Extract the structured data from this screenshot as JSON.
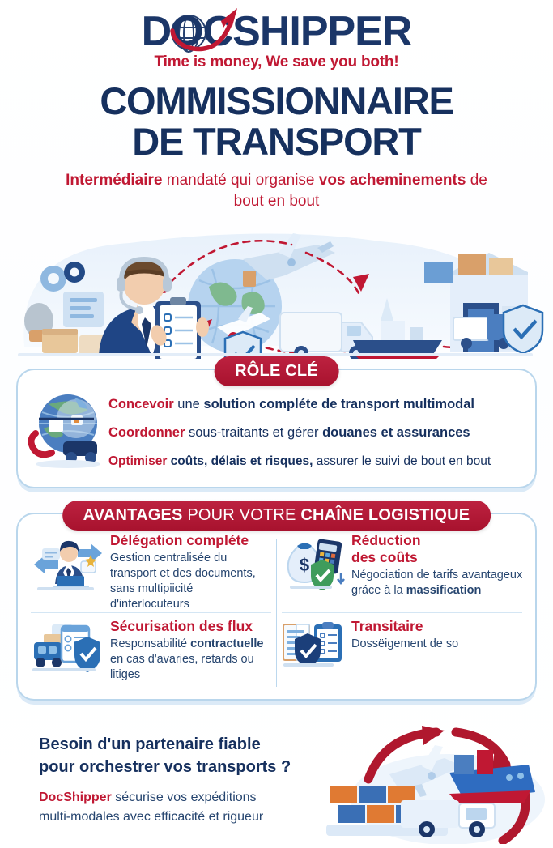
{
  "brand": {
    "logo_text": "DOCSHIPPER",
    "logo_icon": "globe-plane-swoosh-icon",
    "tagline": "Time is money, We save you both!",
    "colors": {
      "navy": "#16305e",
      "red": "#c01833",
      "light_blue": "#b9d6ec",
      "card_bg": "#ffffff"
    }
  },
  "header": {
    "title_line1": "COMMISSIONNAIRE",
    "title_line2": "DE TRANSPORT",
    "subtitle": {
      "part1_bold": "Intermédiaire",
      "part2": " mandaté qui organise ",
      "part3_bold": "vos",
      "part4_bold": "acheminements",
      "part5": " de bout en bout"
    }
  },
  "hero": {
    "alt": "agent-logistique-multimodal-illustration",
    "elements": [
      "headset-agent-icon",
      "clipboard-checklist-icon",
      "globe-icon",
      "airplane-icon",
      "truck-icon",
      "cargo-ship-icon",
      "warehouse-icon",
      "shield-check-icon",
      "gear-icon",
      "parcel-boxes-icon",
      "dashed-route-arrow-icon"
    ]
  },
  "role_section": {
    "badge": "RÔLE CLÉ",
    "icon": "globe-truck-plane-icon",
    "lines": [
      {
        "verb": "Concevoir",
        "regular": " une ",
        "bold": "solution compléte de transport multimodal",
        "tail": ""
      },
      {
        "verb": "Coordonner",
        "regular": " sous-traitants et gérer ",
        "bold": "douanes et assurances",
        "tail": ""
      },
      {
        "verb": "Optimiser",
        "regular": " ",
        "bold": "coûts, délais et risques,",
        "tail": " assurer le suivi de bout en bout"
      }
    ]
  },
  "advantages_section": {
    "badge_bold1": "AVANTAGES",
    "badge_light": " POUR VOTRE ",
    "badge_bold2": "CHAÎNE LOGISTIQUE",
    "items": [
      {
        "icon": "person-laptop-arrows-icon",
        "title": "Délégation compléte",
        "desc_a": "Gestion centralisée du transport et des documents, sans multipiicité d'interlocuteurs",
        "desc_bold": "",
        "desc_b": ""
      },
      {
        "icon": "money-bag-calculator-shield-icon",
        "title_line1": "Réduction",
        "title_line2": "des coûts",
        "desc_a": "Négociation de tarifs avantageux gráce à la ",
        "desc_bold": "massification",
        "desc_b": ""
      },
      {
        "icon": "truck-clipboard-shield-icon",
        "title": "Sécurisation des flux",
        "desc_a": "Responsabilité ",
        "desc_bold": "contractuelle",
        "desc_b": " en cas d'avaries, retards ou litiges"
      },
      {
        "icon": "documents-clipboard-shield-icon",
        "title": "Transitaire",
        "desc_a": "Dossëigement de so",
        "desc_bold": "",
        "desc_b": ""
      }
    ]
  },
  "footer": {
    "question_line1": "Besoin d'un partenaire fiable",
    "question_line2": "pour orchestrer vos transports ?",
    "brand": "DocShipper",
    "body_line1": " sécurise vos expéditions",
    "body_line2": "multi-modales avec efficacité et rigueur",
    "art": "circular-arrows-plane-ship-truck-containers-icon"
  }
}
